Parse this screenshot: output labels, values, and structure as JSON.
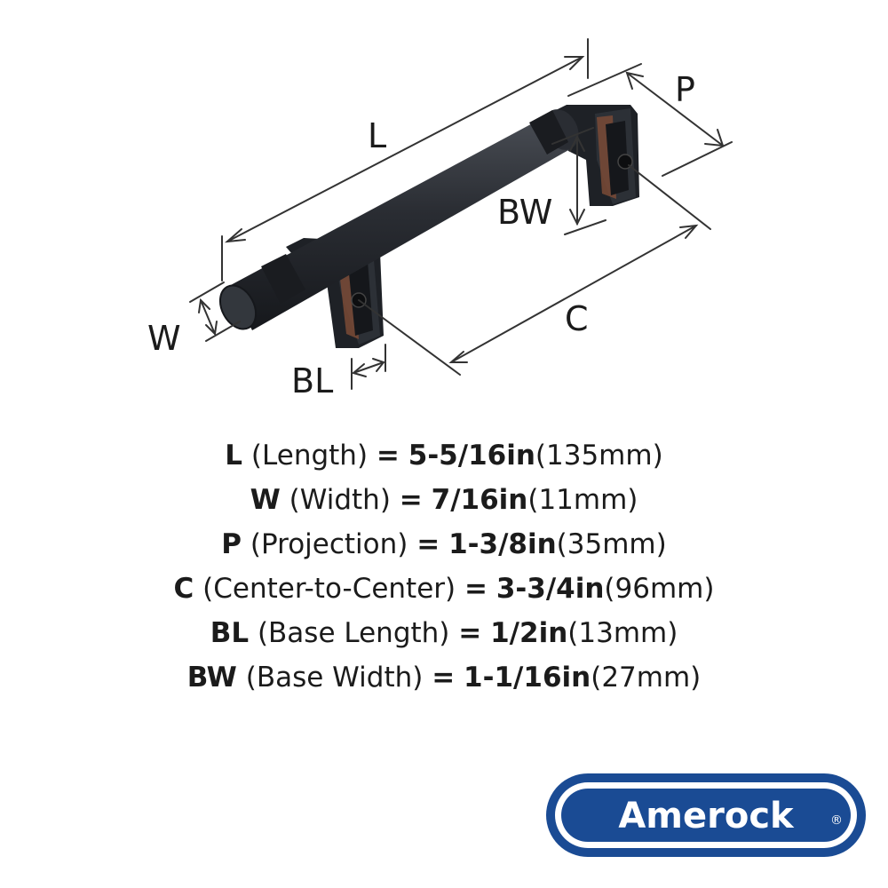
{
  "diagram": {
    "labels": {
      "length": "L",
      "projection": "P",
      "base_width": "BW",
      "width": "W",
      "center_to_center": "C",
      "base_length": "BL"
    }
  },
  "specs": [
    {
      "symbol": "L",
      "name": "(Length)",
      "value": "5-5/16in",
      "metric": "(135mm)"
    },
    {
      "symbol": "W",
      "name": "(Width)",
      "value": "7/16in",
      "metric": "(11mm)"
    },
    {
      "symbol": "P",
      "name": "(Projection)",
      "value": "1-3/8in",
      "metric": "(35mm)"
    },
    {
      "symbol": "C",
      "name": "(Center-to-Center)",
      "value": "3-3/4in",
      "metric": "(96mm)"
    },
    {
      "symbol": "BL",
      "name": "(Base Length)",
      "value": "1/2in",
      "metric": "(13mm)"
    },
    {
      "symbol": "BW",
      "name": "(Base Width)",
      "value": "1-1/16in",
      "metric": "(27mm)"
    }
  ],
  "equals_sign": "=",
  "brand": {
    "name": "Amerock",
    "registered_mark": "®",
    "color": "#1a4b94"
  },
  "product_color": "#262a30",
  "accent_color": "#7a4a36"
}
